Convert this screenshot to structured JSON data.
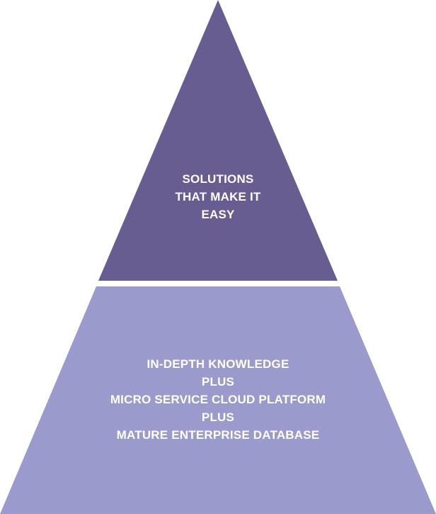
{
  "colors": {
    "top_tier": "#675d91",
    "bottom_tier": "#9b9acc",
    "text": "#ffffff",
    "background": "#ffffff"
  },
  "top_tier": {
    "lines": [
      "SOLUTIONS",
      "THAT MAKE IT",
      "EASY"
    ]
  },
  "bottom_tier": {
    "lines": [
      "IN-DEPTH KNOWLEDGE",
      "PLUS",
      "MICRO SERVICE CLOUD PLATFORM",
      "PLUS",
      "MATURE ENTERPRISE DATABASE"
    ]
  }
}
